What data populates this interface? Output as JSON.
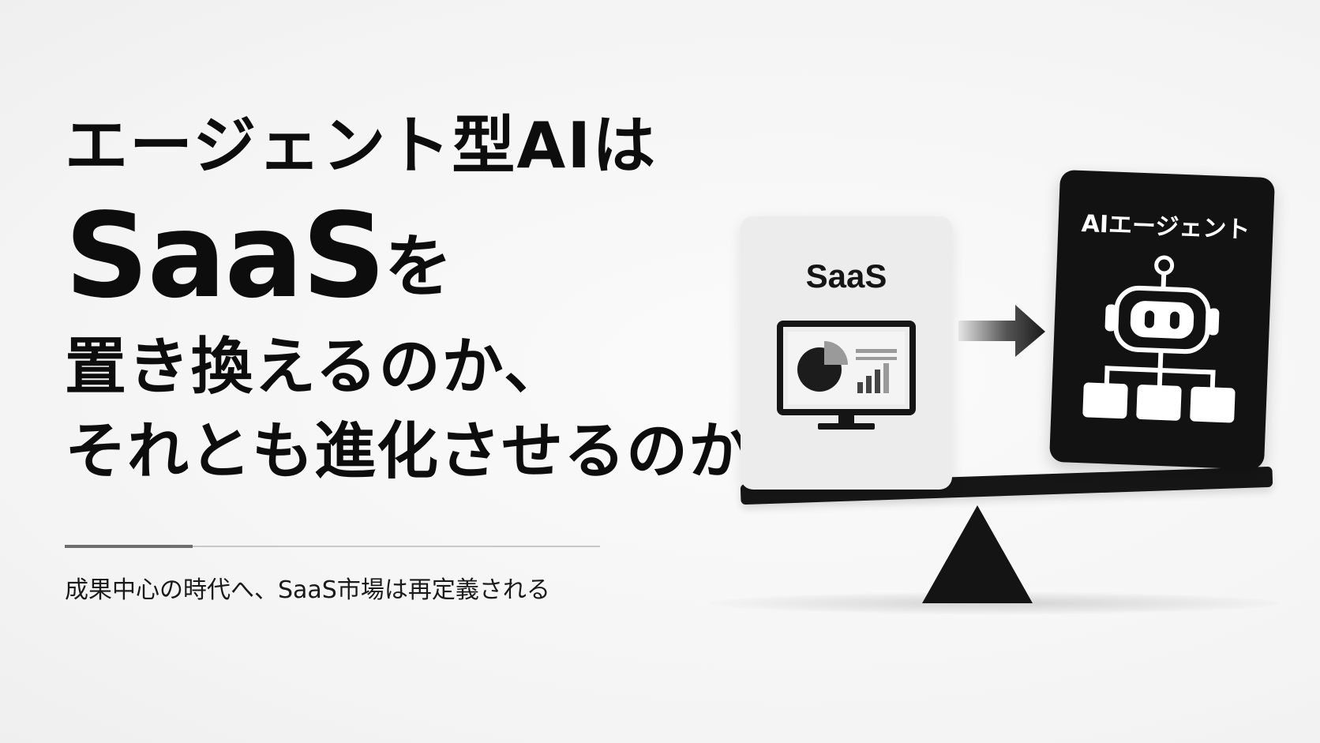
{
  "headline": {
    "line1": "エージェント型AIは",
    "line2_main": "SaaS",
    "line2_particle": "を",
    "line3": "置き換えるのか、",
    "line4": "それとも進化させるのか？"
  },
  "subtitle": "成果中心の時代へ、SaaS市場は再定義される",
  "illustration": {
    "saas_card_label": "SaaS",
    "ai_card_label": "AIエージェント",
    "icons": [
      "monitor-chart-icon",
      "arrow-right-icon",
      "robot-icon",
      "hierarchy-icon"
    ]
  },
  "colors": {
    "background": "#f7f7f7",
    "text": "#0d0d0d",
    "saas_card": "#ececec",
    "ai_card": "#121212",
    "accent_gray": "#6e6e6e"
  }
}
